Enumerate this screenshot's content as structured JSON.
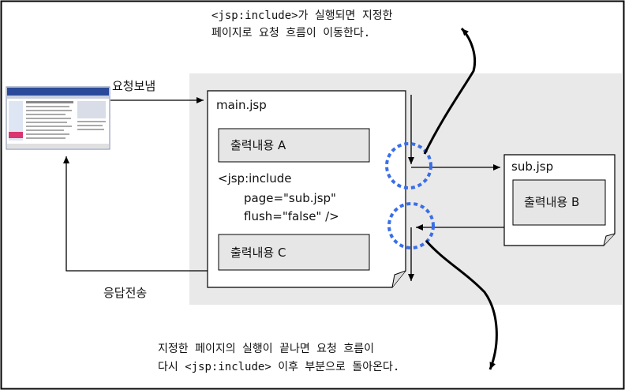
{
  "top_note": {
    "line1": "<jsp:include>가 실행되면 지정한",
    "line2": "페이지로 요청 흐름이 이동한다."
  },
  "request_label": "요청보냄",
  "response_label": "응답전송",
  "main_page": {
    "filename": "main.jsp",
    "output_a": "출력내용 A",
    "include_tag": "<jsp:include",
    "include_page_attr": "page=\"sub.jsp\"",
    "include_flush_attr": "flush=\"false\" />",
    "output_c": "출력내용 C"
  },
  "sub_page": {
    "filename": "sub.jsp",
    "output_b": "출력내용 B"
  },
  "bottom_note": {
    "line1": "지정한 페이지의 실행이 끝나면 요청 흐름이",
    "line2": "다시 <jsp:include> 이후 부분으로 돌아온다."
  },
  "colors": {
    "background_panel": "#e9e9e9",
    "output_box": "#e6e6e6",
    "dotted_circle": "#3a6ee8",
    "browser_header": "#2b4a9a",
    "frame": "#000000"
  }
}
